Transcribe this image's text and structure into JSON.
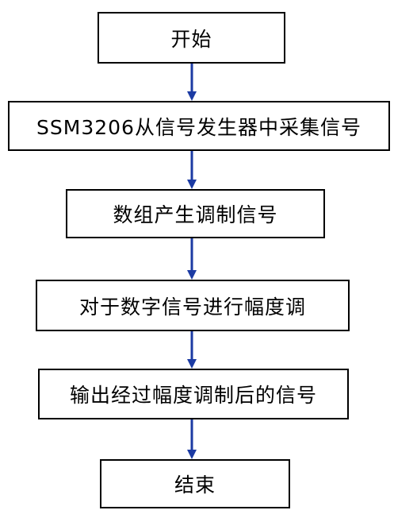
{
  "steps": [
    {
      "id": "start",
      "label": "开始"
    },
    {
      "id": "collect",
      "label": "SSM3206从信号发生器中采集信号"
    },
    {
      "id": "generate",
      "label": "数组产生调制信号"
    },
    {
      "id": "amplitude",
      "label": "对于数字信号进行幅度调"
    },
    {
      "id": "output",
      "label": "输出经过幅度调制后的信号"
    },
    {
      "id": "end",
      "label": "结束"
    }
  ],
  "colors": {
    "arrow": "#1c3ba3",
    "border": "#000000"
  }
}
